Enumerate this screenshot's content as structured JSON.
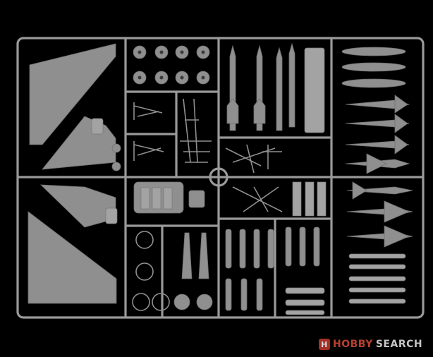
{
  "watermark": {
    "brand_first": "HOBBY",
    "brand_second": "SEARCH",
    "badge_glyph": "H",
    "badge_color": "#c0392b"
  },
  "colors": {
    "background": "#000000",
    "plastic": "#8f8f8f",
    "frame": "#9a9a9a"
  }
}
